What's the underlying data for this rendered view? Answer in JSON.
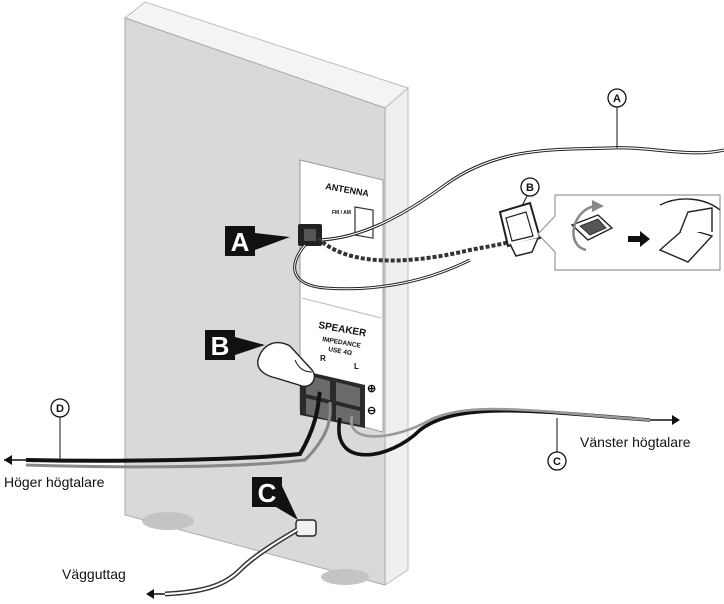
{
  "callouts": {
    "A": "A",
    "B": "B",
    "C": "C",
    "a": "A",
    "b": "B",
    "c": "C",
    "d": "D"
  },
  "panel": {
    "antenna": "ANTENNA",
    "fm_am": "FM / AM",
    "speaker": "SPEAKER",
    "impedance": "IMPEDANCE",
    "use": "USE 4Ω",
    "r": "R",
    "l": "L",
    "plus": "⊕",
    "minus": "⊖"
  },
  "labels": {
    "right_speaker": "Höger högtalare",
    "left_speaker": "Vänster högtalare",
    "wall_outlet": "Vägguttag"
  },
  "icons": [
    "arrow-left-icon",
    "arrow-right-icon",
    "rotate-arrow-icon",
    "pointing-finger-icon"
  ]
}
